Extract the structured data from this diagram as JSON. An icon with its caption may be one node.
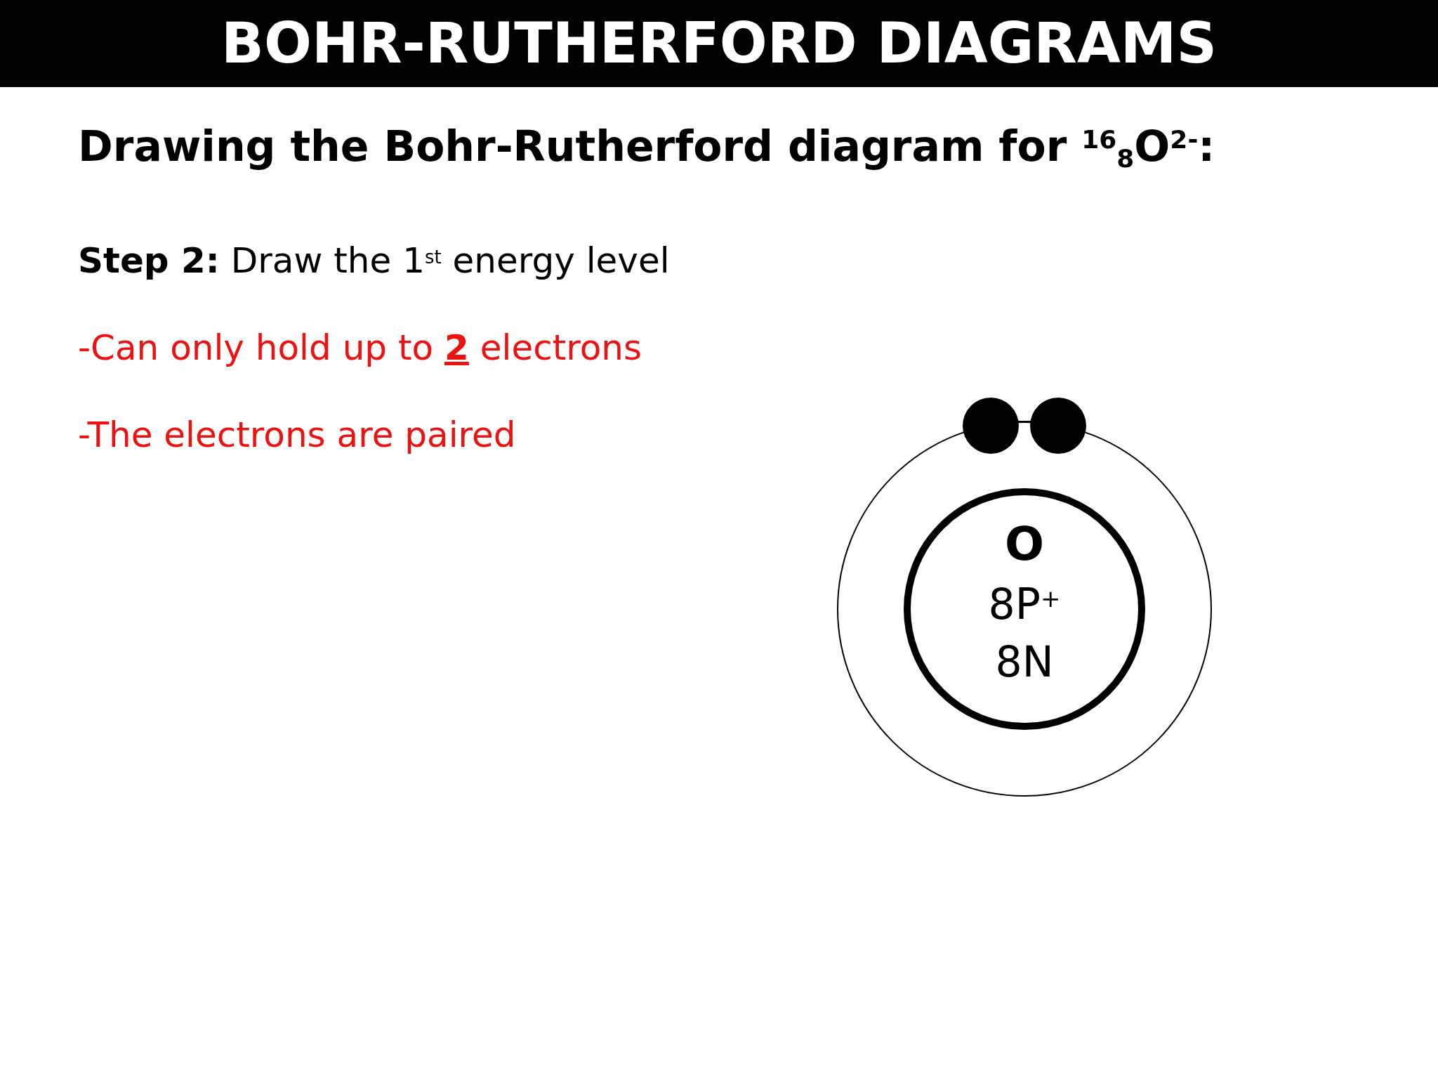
{
  "diagram": {
    "title": "BOHR-RUTHERFORD DIAGRAMS",
    "nodes": [
      {
        "text": [
          "O",
          "8P$^{+}$",
          "8N"
        ]
      }
    ],
    "labels": [
      "Drawing the Bohr-Rutherford diagram for $^{16}$$_{8}$O$^{2-}$:",
      "**Step 2:** Draw the 1$^{st}$ energy level",
      "-Can only hold up to **2** electrons",
      "-The electrons are paired"
    ]
  }
}
